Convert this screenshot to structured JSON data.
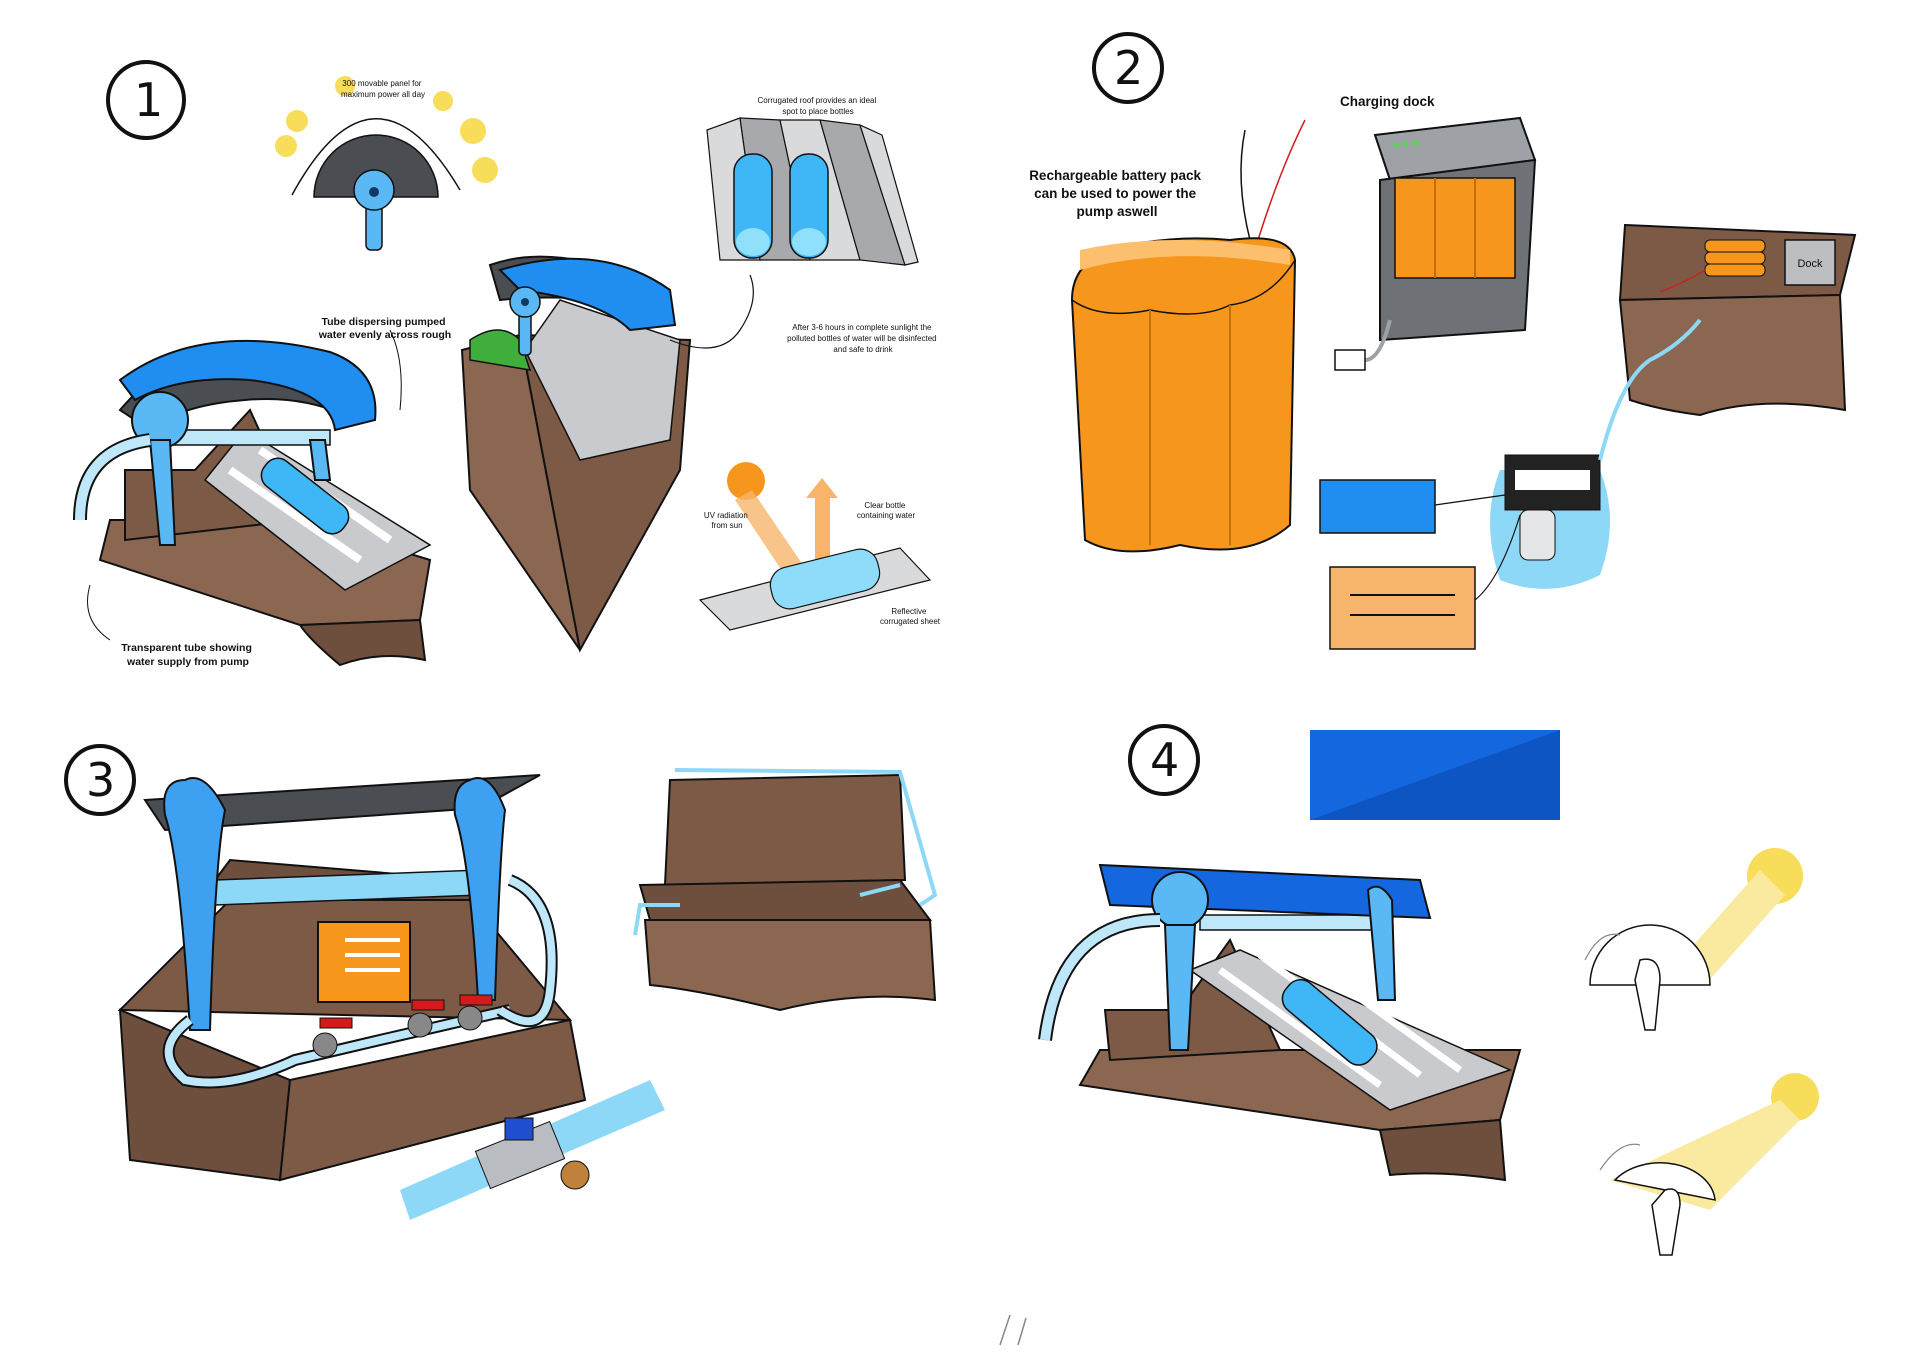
{
  "panels": [
    {
      "number": "1"
    },
    {
      "number": "2"
    },
    {
      "number": "3"
    },
    {
      "number": "4"
    }
  ],
  "panel1": {
    "sun_panel_caption": [
      "300 movable panel for",
      "maximum power all day"
    ],
    "roof_caption": [
      "Corrugated roof provides an ideal",
      "spot to place bottles"
    ],
    "tube_caption": [
      "Tube dispersing pumped",
      "water evenly across rough"
    ],
    "disinfect_caption": [
      "After 3-6 hours in complete sunlight the",
      "polluted bottles of water will be disinfected",
      "and safe to drink"
    ],
    "uv_label": [
      "UV radiation",
      "from sun"
    ],
    "bottle_label": [
      "Clear bottle",
      "containing water"
    ],
    "sheet_label": [
      "Reflective",
      "corrugated sheet"
    ],
    "transparent_tube_caption": [
      "Transparent tube showing",
      "water supply from pump"
    ]
  },
  "panel2": {
    "charging_dock_label": "Charging dock",
    "battery_caption": [
      "Rechargeable battery pack",
      "can be used to power the",
      "pump aswell"
    ],
    "dock_label": "Dock"
  },
  "colors": {
    "blue": "#1f8ef0",
    "light_blue": "#8ed8f7",
    "soil": "#8b6650",
    "soil_dark": "#6e4e3c",
    "orange": "#f7961c",
    "panel_gray": "#4a4e52",
    "yellow": "#f8dd5a",
    "solar_blue": "#1467de"
  }
}
